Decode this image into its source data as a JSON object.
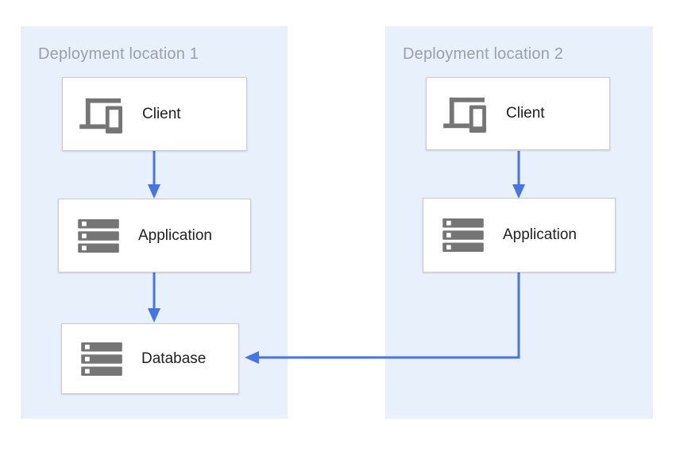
{
  "regions": [
    {
      "label": "Deployment location 1",
      "nodes": [
        {
          "label": "Client",
          "icon": "client-devices-icon"
        },
        {
          "label": "Application",
          "icon": "server-stack-icon"
        },
        {
          "label": "Database",
          "icon": "server-stack-icon"
        }
      ]
    },
    {
      "label": "Deployment location 2",
      "nodes": [
        {
          "label": "Client",
          "icon": "client-devices-icon"
        },
        {
          "label": "Application",
          "icon": "server-stack-icon"
        }
      ]
    }
  ],
  "connections": [
    {
      "from": "Client (location 1)",
      "to": "Application (location 1)",
      "shape": "straight-down"
    },
    {
      "from": "Application (location 1)",
      "to": "Database (location 1)",
      "shape": "straight-down"
    },
    {
      "from": "Client (location 2)",
      "to": "Application (location 2)",
      "shape": "straight-down"
    },
    {
      "from": "Application (location 2)",
      "to": "Database (location 1)",
      "shape": "elbow-down-left"
    }
  ],
  "colors": {
    "region_bg": "#E8F0FB",
    "region_label": "#9AA0A6",
    "node_bg": "#FFFFFF",
    "node_border": "#C9CBCD",
    "node_text": "#212121",
    "icon_gray": "#757575",
    "arrow_blue": "#4374E8",
    "canvas_bg": "#FFFFFF"
  }
}
